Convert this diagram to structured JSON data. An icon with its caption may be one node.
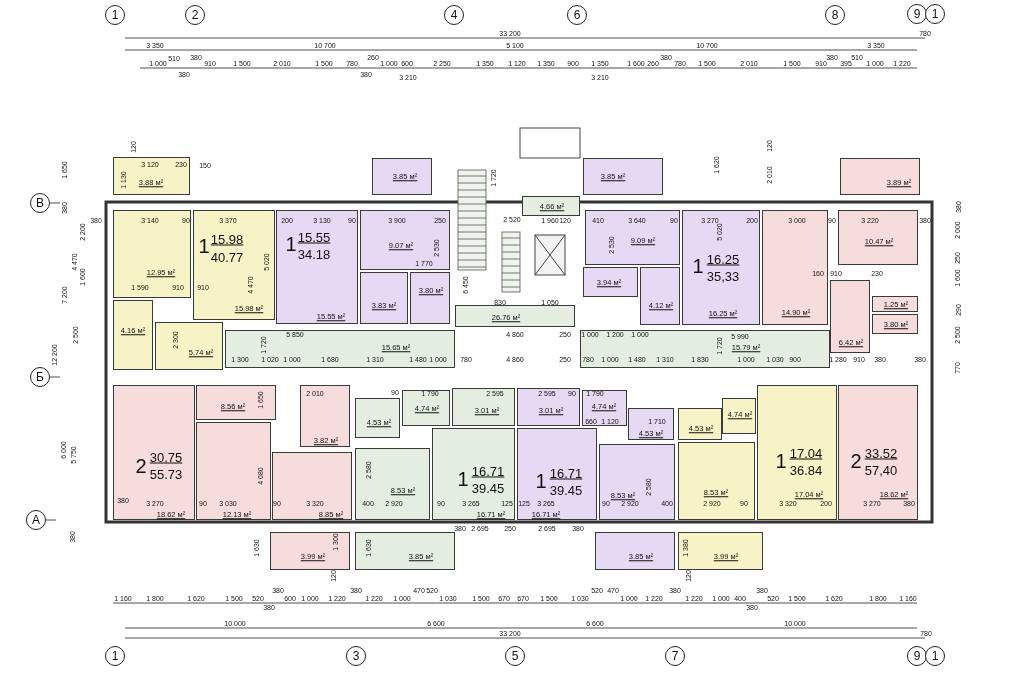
{
  "diagram": {
    "nodes": [
      {
        "text": [
          "1"
        ]
      },
      {
        "text": [
          "2"
        ]
      },
      {
        "text": [
          "4"
        ]
      },
      {
        "text": [
          "6"
        ]
      },
      {
        "text": [
          "8"
        ]
      },
      {
        "text": [
          "9"
        ]
      },
      {
        "text": [
          "1"
        ]
      },
      {
        "text": [
          "В"
        ]
      },
      {
        "text": [
          "Б"
        ]
      },
      {
        "text": [
          "А"
        ]
      },
      {
        "text": [
          "3.88 м²"
        ]
      },
      {
        "text": [
          "12.95 м²"
        ]
      },
      {
        "text": [
          "1",
          "15.98",
          "40.77",
          "15.98 м²"
        ]
      },
      {
        "text": [
          "4.16 м²"
        ]
      },
      {
        "text": [
          "5.74 м²"
        ]
      },
      {
        "text": [
          "3.85 м²"
        ]
      },
      {
        "text": [
          "1",
          "15.55",
          "34.18",
          "15.55 м²"
        ]
      },
      {
        "text": [
          "9.07 м²"
        ]
      },
      {
        "text": [
          "3.80 м²"
        ]
      },
      {
        "text": [
          "3.83 м²"
        ]
      },
      {
        "text": [
          "4.66 м²"
        ]
      },
      {
        "text": [
          "26.76 м²"
        ]
      },
      {
        "text": [
          "15.65 м²"
        ]
      },
      {
        "text": [
          "15.79 м²"
        ]
      },
      {
        "text": [
          "3.85 м²"
        ]
      },
      {
        "text": [
          "9.09 м²"
        ]
      },
      {
        "text": [
          "3.94 м²"
        ]
      },
      {
        "text": [
          "4.12 м²"
        ]
      },
      {
        "text": [
          "1",
          "16.25",
          "35,33",
          "16.25 м²"
        ]
      },
      {
        "text": [
          "3.89 м²"
        ]
      },
      {
        "text": [
          "14.90 м²"
        ]
      },
      {
        "text": [
          "10.47 м²"
        ]
      },
      {
        "text": [
          "1.25 м²"
        ]
      },
      {
        "text": [
          "3.80 м²"
        ]
      },
      {
        "text": [
          "6.42 м²"
        ]
      },
      {
        "text": [
          "8.56 м²"
        ]
      },
      {
        "text": [
          "3.82 м²"
        ]
      },
      {
        "text": [
          "2",
          "30.75",
          "55.73",
          "18.62 м²"
        ]
      },
      {
        "text": [
          "12.13 м²"
        ]
      },
      {
        "text": [
          "8.85 м²"
        ]
      },
      {
        "text": [
          "3.99 м²"
        ]
      },
      {
        "text": [
          "4.53 м²"
        ]
      },
      {
        "text": [
          "4.74 м²"
        ]
      },
      {
        "text": [
          "3.01 м²"
        ]
      },
      {
        "text": [
          "8.53 м²"
        ]
      },
      {
        "text": [
          "1",
          "16.71",
          "39.45",
          "16.71 м²"
        ]
      },
      {
        "text": [
          "3.85 м²"
        ]
      },
      {
        "text": [
          "3.01 м²"
        ]
      },
      {
        "text": [
          "4.74 м²"
        ]
      },
      {
        "text": [
          "4.53 м²"
        ]
      },
      {
        "text": [
          "1",
          "16.71",
          "39.45",
          "16.71 м²"
        ]
      },
      {
        "text": [
          "8.53 м²"
        ]
      },
      {
        "text": [
          "3.85 м²"
        ]
      },
      {
        "text": [
          "4.53 м²"
        ]
      },
      {
        "text": [
          "4.74 м²"
        ]
      },
      {
        "text": [
          "8.53 м²"
        ]
      },
      {
        "text": [
          "1",
          "17.04",
          "36.84",
          "17.04 м²"
        ]
      },
      {
        "text": [
          "3.99 м²"
        ]
      },
      {
        "text": [
          "2",
          "33.52",
          "57,40",
          "18.62 м²"
        ]
      },
      {
        "text": [
          "1"
        ]
      },
      {
        "text": [
          "3"
        ]
      },
      {
        "text": [
          "5"
        ]
      },
      {
        "text": [
          "7"
        ]
      },
      {
        "text": [
          "9"
        ]
      },
      {
        "text": [
          "1"
        ]
      }
    ],
    "labels": [
      "33 200",
      "780",
      "3 350",
      "10 700",
      "5 100",
      "10 700",
      "3 350",
      "1 000",
      "510",
      "380",
      "380",
      "910",
      "1 500",
      "2 010",
      "1 500",
      "780",
      "260",
      "380",
      "1 000",
      "600",
      "2 250",
      "3 210",
      "1 350",
      "1 120",
      "1 350",
      "900",
      "1 350",
      "1 600",
      "260",
      "380",
      "3 210",
      "780",
      "1 500",
      "2 010",
      "1 500",
      "910",
      "380",
      "395",
      "510",
      "1 000",
      "1 220",
      "1 650",
      "120",
      "1 130",
      "3 120",
      "230",
      "150",
      "380",
      "380",
      "3 140",
      "90",
      "3 370",
      "200",
      "3 130",
      "90",
      "3 900",
      "250",
      "2 200",
      "4 470",
      "1 600",
      "7 200",
      "1 590",
      "910",
      "910",
      "4 470",
      "5 020",
      "1 770",
      "2 530",
      "6 450",
      "2 500",
      "12 200",
      "2 300",
      "5 850",
      "1 720",
      "1 300",
      "1 020",
      "1 000",
      "1 680",
      "1 310",
      "1 480",
      "1 000",
      "780",
      "2 520",
      "1 960",
      "1 720",
      "830",
      "1 050",
      "4 860",
      "4 860",
      "1 620",
      "2 010",
      "120",
      "120",
      "410",
      "3 640",
      "90",
      "3 270",
      "200",
      "3 000",
      "90",
      "3 220",
      "380",
      "5 020",
      "2 530",
      "160",
      "910",
      "230",
      "380",
      "2 000",
      "250",
      "1 600",
      "290",
      "2 500",
      "770",
      "250",
      "1 000",
      "1 200",
      "1 000",
      "5 990",
      "1 720",
      "250",
      "780",
      "1 000",
      "1 480",
      "1 310",
      "1 830",
      "1 000",
      "1 030",
      "900",
      "1 280",
      "910",
      "380",
      "380",
      "2 010",
      "90",
      "1 790",
      "2 595",
      "2 595",
      "90",
      "1 790",
      "1 650",
      "660",
      "1 120",
      "1 710",
      "6 000",
      "5 750",
      "4 080",
      "2 580",
      "2 580",
      "380",
      "3 270",
      "90",
      "3 030",
      "90",
      "3 320",
      "400",
      "2 920",
      "90",
      "3 265",
      "125",
      "125",
      "3 265",
      "90",
      "2 920",
      "400",
      "2 920",
      "90",
      "3 320",
      "200",
      "3 270",
      "380",
      "380",
      "380",
      "2 695",
      "250",
      "2 695",
      "380",
      "1 630",
      "1 300",
      "120",
      "1 630",
      "1 380",
      "120",
      "1 160",
      "1 800",
      "1 620",
      "1 500",
      "520",
      "380",
      "600",
      "1 000",
      "1 220",
      "380",
      "1 220",
      "1 000",
      "470",
      "520",
      "1 030",
      "1 500",
      "670",
      "670",
      "1 500",
      "1 030",
      "520",
      "470",
      "1 000",
      "1 220",
      "380",
      "1 220",
      "1 000",
      "400",
      "380",
      "520",
      "1 500",
      "1 620",
      "1 800",
      "1 160",
      "380",
      "380",
      "10 000",
      "6 600",
      "6 600",
      "10 000",
      "33 200",
      "780"
    ]
  }
}
